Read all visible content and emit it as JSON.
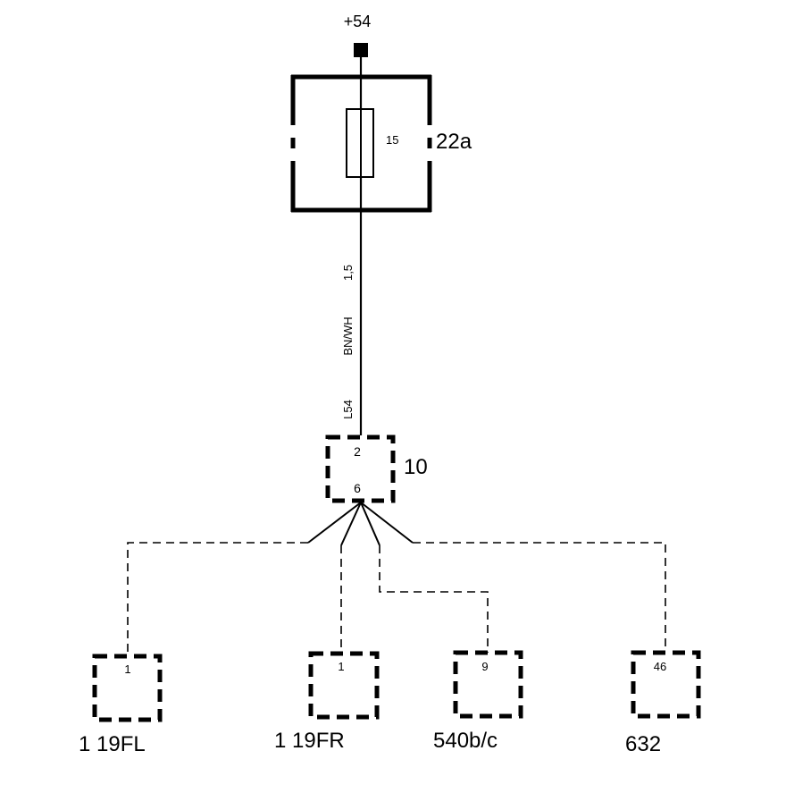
{
  "supply": {
    "label": "+54"
  },
  "fuse_box": {
    "id": "22a",
    "fuse_number": "15"
  },
  "wire": {
    "size": "1,5",
    "color": "BN/WH",
    "code": "L54"
  },
  "connector": {
    "id": "10",
    "pin_in": "2",
    "pin_out": "6"
  },
  "branches": [
    {
      "pin": "1",
      "component": "1 19FL"
    },
    {
      "pin": "1",
      "component": "1 19FR"
    },
    {
      "pin": "9",
      "component": "540b/c"
    },
    {
      "pin": "46",
      "component": "632"
    }
  ]
}
